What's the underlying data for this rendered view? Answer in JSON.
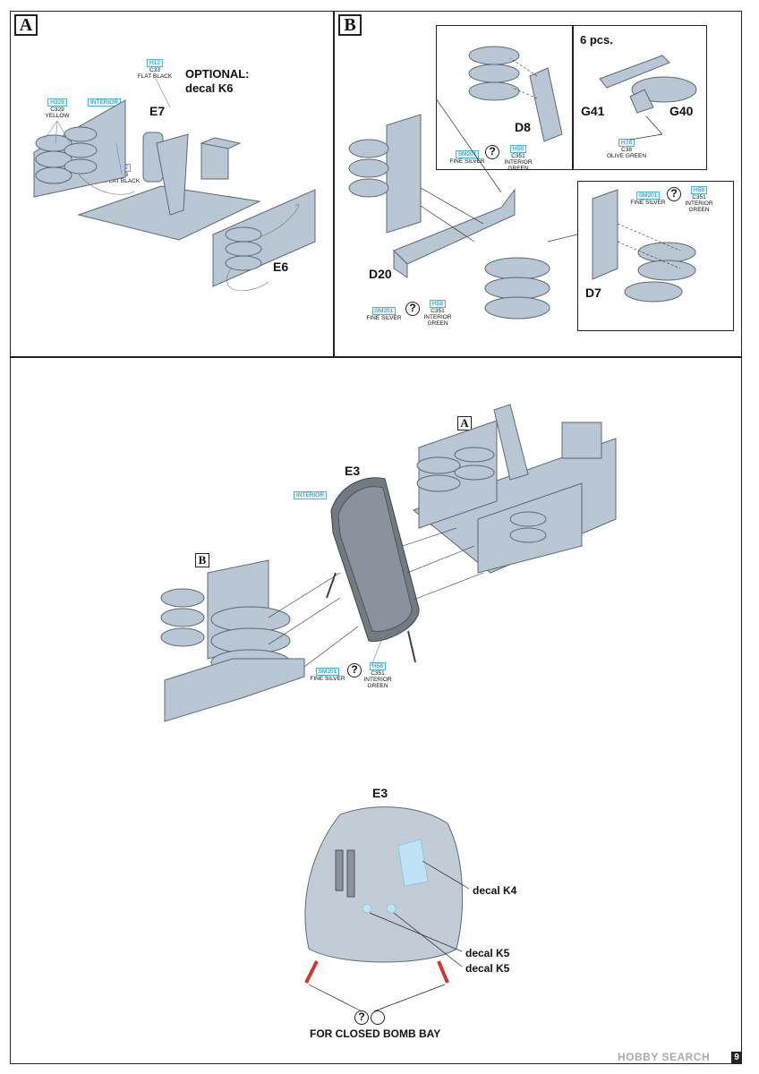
{
  "steps": {
    "a": {
      "letter": "A",
      "optional_note": [
        "OPTIONAL:",
        "decal K6"
      ],
      "parts": {
        "e7": "E7",
        "e6": "E6"
      },
      "paints": {
        "yellow": {
          "code": "H329",
          "c": "C329",
          "name": "YELLOW"
        },
        "interior": {
          "code": "INTERIOR"
        },
        "flat_black_top": {
          "code": "H12",
          "c": "C33",
          "name": "FLAT BLACK"
        },
        "flat_black_mid": {
          "code": "H12",
          "c": "C33",
          "name": "FLAT BLACK"
        }
      }
    },
    "b": {
      "letter": "B",
      "qty": "6 pcs.",
      "parts": {
        "d8": "D8",
        "d20": "D20",
        "d7": "D7",
        "g41": "G41",
        "g40": "G40"
      },
      "paints": {
        "olive": {
          "code": "H78",
          "c": "C38",
          "name": "OLIVE GREEN"
        },
        "silver_a": {
          "code": "SM201",
          "name": "FINE SILVER"
        },
        "green_a": {
          "code": "H58",
          "c": "C351",
          "name": "INTERIOR GREEN"
        },
        "silver_b": {
          "code": "SM201",
          "name": "FINE SILVER"
        },
        "green_b": {
          "code": "H58",
          "c": "C351",
          "name": "INTERIOR GREEN"
        },
        "silver_c": {
          "code": "SM201",
          "name": "FINE SILVER"
        },
        "green_c": {
          "code": "H58",
          "c": "C351",
          "name": "INTERIOR GREEN"
        }
      }
    },
    "main": {
      "ref_a": "A",
      "ref_b": "B",
      "part_e3": "E3",
      "paints": {
        "interior": {
          "code": "INTERIOR"
        },
        "silver": {
          "code": "SM201",
          "name": "FINE SILVER"
        },
        "green": {
          "code": "H58",
          "c": "C351",
          "name": "INTERIOR GREEN"
        }
      }
    },
    "detail": {
      "part_e3": "E3",
      "decals": [
        "decal K4",
        "decal K5",
        "decal K5"
      ],
      "closed_note": "FOR CLOSED BOMB BAY"
    }
  },
  "question_mark": "?",
  "watermark": "HOBBY SEARCH",
  "page_number": "9",
  "colors": {
    "part_gray": "#b9c6d3",
    "part_edge": "#5b6a78",
    "decal_blue": "#bfe3f5",
    "red_strut": "#d9342b",
    "paint_blue": "#4bb7d6"
  }
}
